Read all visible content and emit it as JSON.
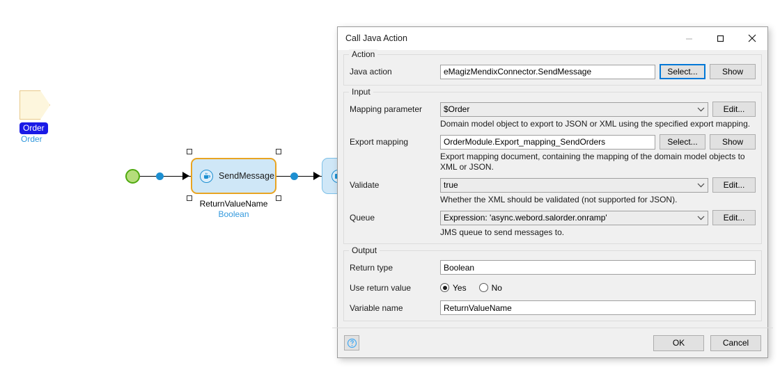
{
  "canvas": {
    "parameter": {
      "icon": "parameter-shape-icon",
      "name": "Order",
      "type": "Order"
    },
    "start_node": {
      "icon": "start-event-icon"
    },
    "activity": {
      "icon": "java-action-icon",
      "label": "SendMessage",
      "caption_name": "ReturnValueName",
      "caption_type": "Boolean"
    },
    "activity2": {
      "icon": "java-action-icon"
    }
  },
  "dialog": {
    "title": "Call Java Action",
    "window_controls": {
      "minimize": "minimize-icon",
      "maximize": "maximize-icon",
      "close": "close-icon"
    },
    "action_group": {
      "legend": "Action",
      "java_action": {
        "label": "Java action",
        "value": "eMagizMendixConnector.SendMessage",
        "select_label": "Select...",
        "show_label": "Show"
      }
    },
    "input_group": {
      "legend": "Input",
      "mapping_parameter": {
        "label": "Mapping parameter",
        "value": "$Order",
        "edit_label": "Edit...",
        "hint": "Domain model object to export to JSON or XML using the specified export mapping."
      },
      "export_mapping": {
        "label": "Export mapping",
        "value": "OrderModule.Export_mapping_SendOrders",
        "select_label": "Select...",
        "show_label": "Show",
        "hint": "Export mapping document, containing the mapping of the domain model objects to XML or JSON."
      },
      "validate": {
        "label": "Validate",
        "value": "true",
        "edit_label": "Edit...",
        "hint": "Whether the XML should be validated (not supported for JSON)."
      },
      "queue": {
        "label": "Queue",
        "value": "Expression: 'async.webord.salorder.onramp'",
        "edit_label": "Edit...",
        "hint": "JMS queue to send messages to."
      }
    },
    "output_group": {
      "legend": "Output",
      "return_type": {
        "label": "Return type",
        "value": "Boolean"
      },
      "use_return_value": {
        "label": "Use return value",
        "yes_label": "Yes",
        "no_label": "No",
        "selected": "Yes"
      },
      "variable_name": {
        "label": "Variable name",
        "value": "ReturnValueName"
      }
    },
    "footer": {
      "help_icon": "help-icon",
      "ok_label": "OK",
      "cancel_label": "Cancel"
    }
  },
  "colors": {
    "accent_focus": "#0078d7",
    "selection_orange": "#e8a422",
    "activity_fill": "#cfe7f7",
    "start_green": "#b5dd7b",
    "connector_blue": "#1d8fd1",
    "param_name_bg": "#1a1ae6",
    "type_text": "#3399dd"
  }
}
